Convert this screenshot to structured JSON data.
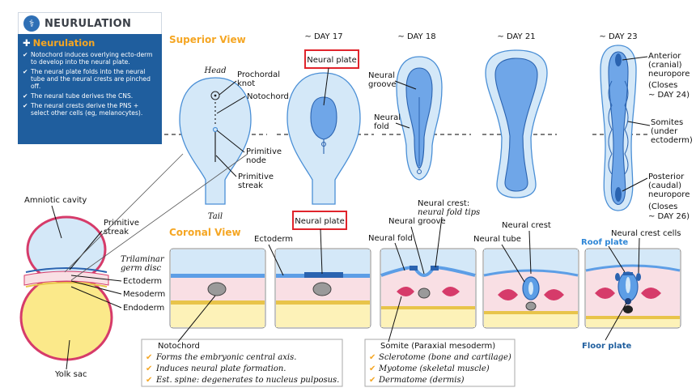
{
  "panel": {
    "title": "NEURULATION",
    "subtitle": "Neurulation",
    "bullets": [
      "Notochord induces overlying ecto-derm to develop into the neural plate.",
      "The neural plate folds into the neural tube and the neural crests are pinched off.",
      "The neural tube derives the CNS.",
      "The neural crests derive the PNS + select other cells (eg, melanocytes)."
    ]
  },
  "views": {
    "superior": "Superior View",
    "coronal": "Coronal View"
  },
  "days": [
    "~ DAY 17",
    "~ DAY 18",
    "~ DAY 21",
    "~ DAY 23"
  ],
  "embryo_labels": {
    "head": "Head",
    "tail": "Tail",
    "prochordal_knot": [
      "Prochordal",
      "knot"
    ],
    "notochord": "Notochord",
    "primitive_node": [
      "Primitive",
      "node"
    ],
    "primitive_streak": [
      "Primitive",
      "streak"
    ]
  },
  "neural_plate": "Neural plate",
  "day18_labels": {
    "neural_groove": [
      "Neural",
      "groove"
    ],
    "neural_fold": [
      "Neural",
      "fold"
    ]
  },
  "day23_labels": {
    "anterior": [
      "Anterior",
      "(cranial)",
      "neuropore",
      "(Closes",
      "~ DAY 24)"
    ],
    "somites": [
      "Somites",
      "(under",
      "ectoderm)"
    ],
    "posterior": [
      "Posterior",
      "(caudal)",
      "neuropore",
      "(Closes",
      "~ DAY 26)"
    ]
  },
  "disc_labels": {
    "amniotic_cavity": "Amniotic cavity",
    "primitive_streak": [
      "Primitive",
      "streak"
    ],
    "trilaminar": [
      "Trilaminar",
      "germ disc"
    ],
    "ectoderm": "Ectoderm",
    "mesoderm": "Mesoderm",
    "endoderm": "Endoderm",
    "yolk_sac": "Yolk sac"
  },
  "coronal_labels": {
    "ectoderm": "Ectoderm",
    "neural_groove": "Neural groove",
    "neural_crest_tips": [
      "Neural crest:",
      "neural fold tips"
    ],
    "neural_fold": "Neural fold",
    "neural_tube": "Neural tube",
    "neural_crest": "Neural crest",
    "roof_plate": "Roof plate",
    "neural_crest_cells": "Neural crest cells",
    "floor_plate": "Floor plate"
  },
  "notochord_box": {
    "title": "Notochord",
    "items": [
      "Forms the embryonic central axis.",
      "Induces neural plate formation.",
      "Est. spine: degenerates to nucleus pulposus."
    ]
  },
  "somite_box": {
    "title": "Somite (Paraxial mesoderm)",
    "items": [
      "Sclerotome (bone and cartilage)",
      "Myotome (skeletal muscle)",
      "Dermatome (dermis)"
    ]
  },
  "colors": {
    "navy": "#1f5e9e",
    "orange": "#f5a623",
    "light_blue": "#cfe6f8",
    "mid_blue": "#5d9ee6",
    "highlight_red": "#e0242b",
    "mesoderm_pink": "#f9dfe4",
    "yolk_yellow": "#fbe98a"
  }
}
